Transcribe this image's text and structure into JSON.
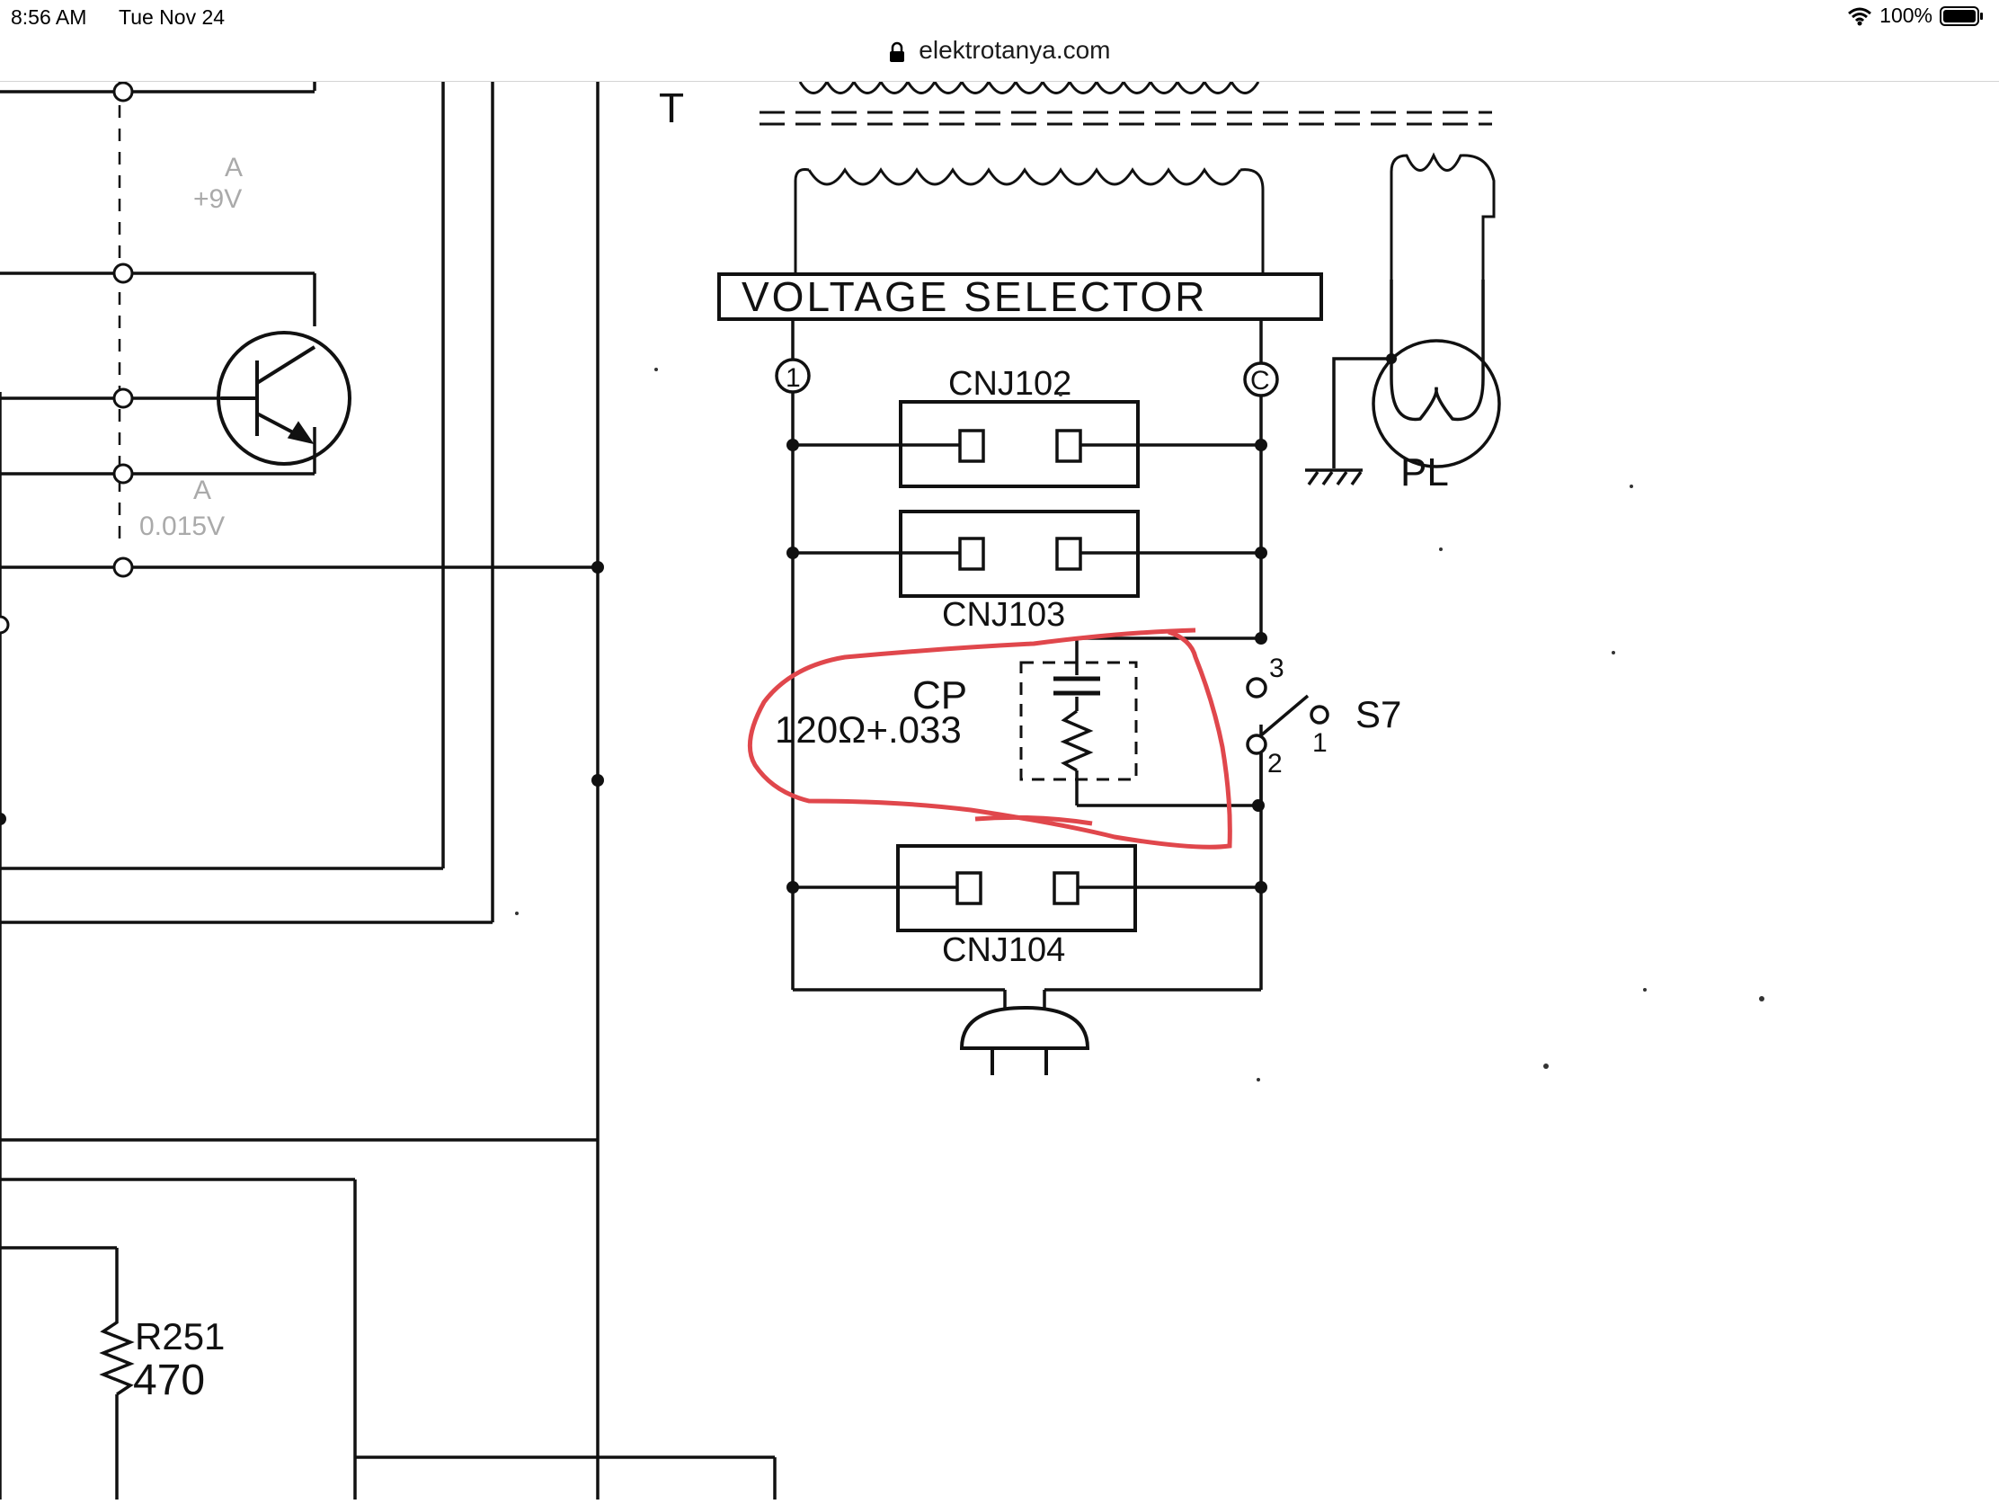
{
  "status_bar": {
    "time": "8:56 AM",
    "date": "Tue Nov 24",
    "battery_percent": "100%",
    "wifi_icon": "wifi-icon",
    "battery_icon": "battery-icon"
  },
  "browser": {
    "url": "elektrotanya.com",
    "lock_icon": "lock-icon"
  },
  "schematic": {
    "transformer_label": "T",
    "voltage_selector_label": "VOLTAGE SELECTOR",
    "tap_1": "1",
    "tap_c": "C",
    "cnj102": "CNJ102",
    "cnj103": "CNJ103",
    "cnj104": "CNJ104",
    "pilot_lamp": "PL",
    "cp_label": "CP",
    "cp_value": "120Ω+.033",
    "switch_label": "S7",
    "switch_pos_3": "3",
    "switch_pos_2": "2",
    "switch_pos_1": "1",
    "r251_label": "R251",
    "r251_value": "470",
    "faded_left_1": "A",
    "faded_left_2": "+9V",
    "faded_left_3": "A",
    "faded_left_4": "0.015V",
    "highlight_color": "#e0474c"
  }
}
